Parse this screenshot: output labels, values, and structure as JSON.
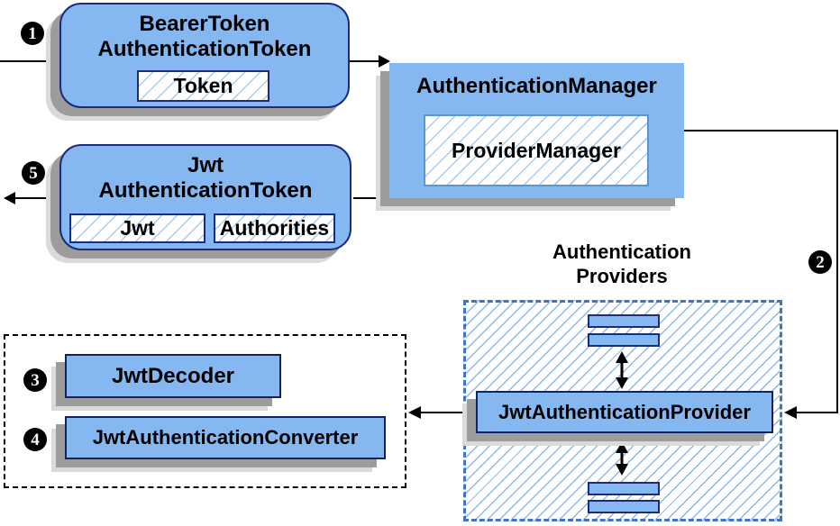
{
  "badges": {
    "step1": "1",
    "step2": "2",
    "step3": "3",
    "step4": "4",
    "step5": "5"
  },
  "nodes": {
    "bearer_token": {
      "title_line1": "BearerToken",
      "title_line2": "AuthenticationToken",
      "field_token": "Token"
    },
    "authentication_manager": {
      "title": "AuthenticationManager",
      "inner": "ProviderManager"
    },
    "jwt_token": {
      "title_line1": "Jwt",
      "title_line2": "AuthenticationToken",
      "field_jwt": "Jwt",
      "field_authorities": "Authorities"
    },
    "providers_group": {
      "heading_line1": "Authentication",
      "heading_line2": "Providers"
    },
    "jwt_authentication_provider": {
      "label": "JwtAuthenticationProvider"
    },
    "jwt_decoder": {
      "label": "JwtDecoder"
    },
    "jwt_authentication_converter": {
      "label": "JwtAuthenticationConverter"
    }
  },
  "colors": {
    "node_fill": "#85b8f0",
    "node_border": "#1d2b7f",
    "hatch_line": "#a9cbee",
    "providers_dash": "#4374c4",
    "shadow_dark": "#9c9c9c",
    "shadow_light": "#dadada",
    "connector": "#000000"
  }
}
